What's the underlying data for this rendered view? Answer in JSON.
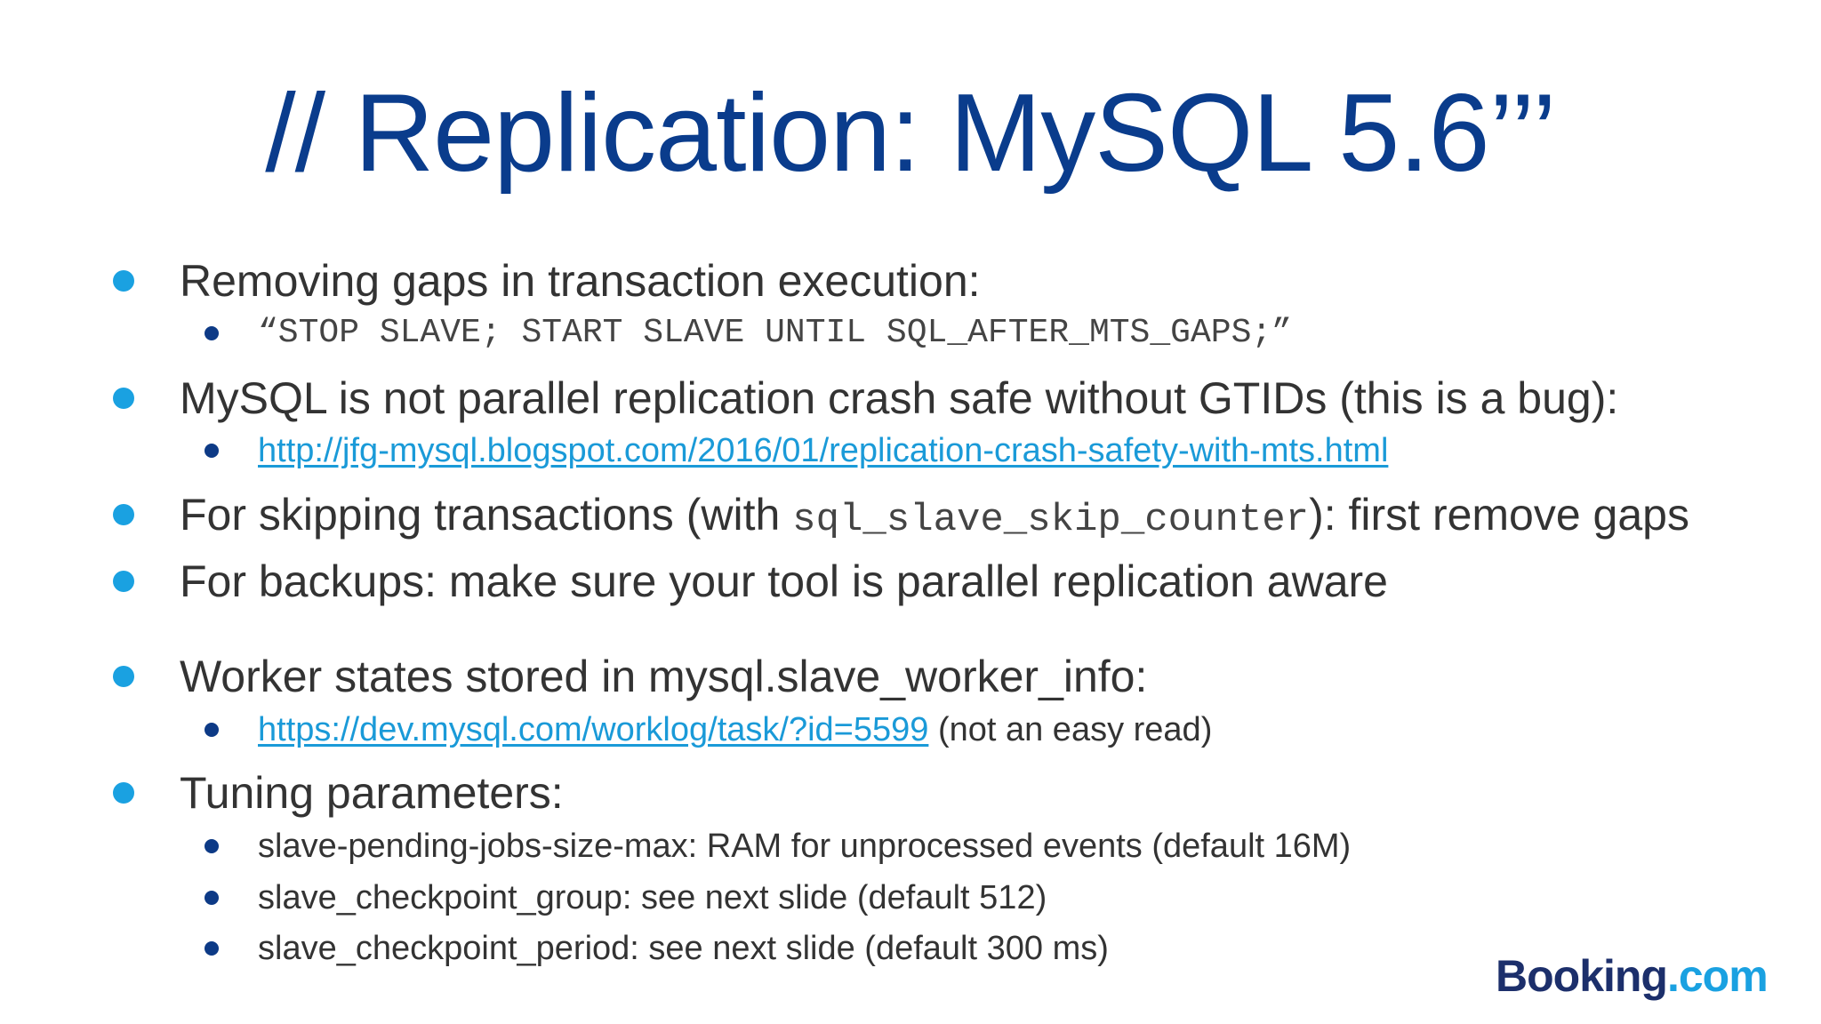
{
  "slide": {
    "title": "// Replication: MySQL 5.6’’’",
    "bullets": [
      {
        "text": "Removing gaps in transaction execution:"
      },
      {
        "text": "“STOP SLAVE; START SLAVE UNTIL SQL_AFTER_MTS_GAPS;”"
      },
      {
        "text": "MySQL is not parallel replication crash safe without GTIDs (this is a bug):"
      },
      {
        "link": "http://jfg-mysql.blogspot.com/2016/01/replication-crash-safety-with-mts.html"
      },
      {
        "before": "For skipping transactions (with ",
        "code": "sql_slave_skip_counter",
        "after": "): first remove gaps"
      },
      {
        "text": "For backups: make sure your tool is parallel replication aware"
      },
      {
        "text": "Worker states stored in mysql.slave_worker_info:"
      },
      {
        "link": "https://dev.mysql.com/worklog/task/?id=5599",
        "after": " (not an easy read)"
      },
      {
        "text": "Tuning parameters:"
      },
      {
        "text": "slave-pending-jobs-size-max: RAM for unprocessed events (default 16M)"
      },
      {
        "text": "slave_checkpoint_group: see next slide (default 512)"
      },
      {
        "text": "slave_checkpoint_period: see next slide (default 300 ms)"
      }
    ]
  },
  "logo": {
    "brand": "Booking",
    "suffix": ".com"
  },
  "colors": {
    "title": "#0a3c8c",
    "bullet_primary": "#1aa1e1",
    "bullet_secondary": "#0d3a86",
    "link": "#1a9ad8",
    "text": "#333333"
  }
}
